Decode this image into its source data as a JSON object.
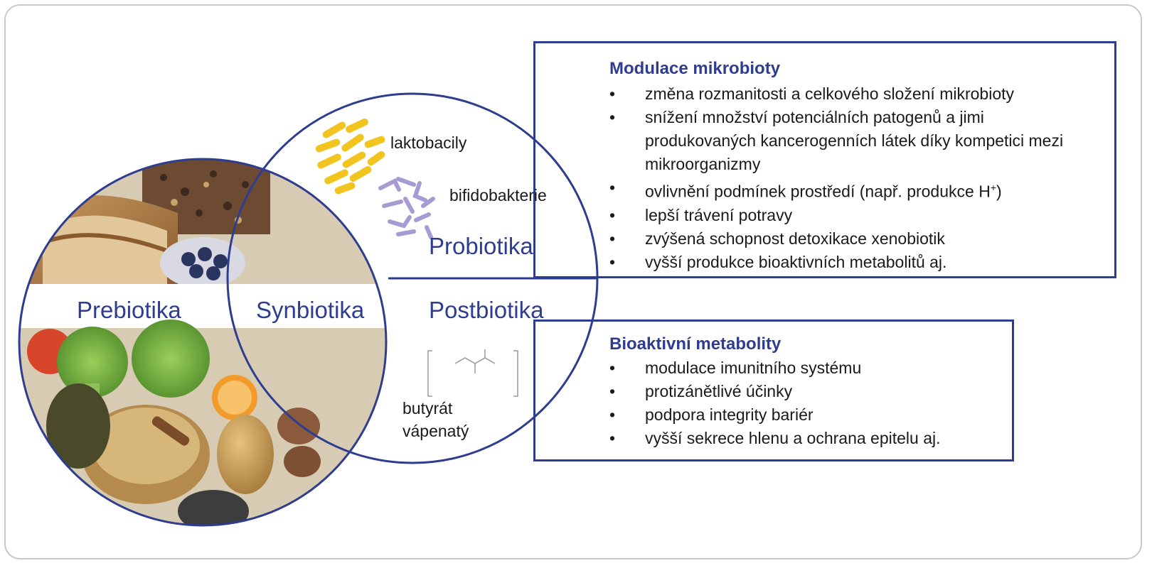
{
  "circles": {
    "prebiotika": "Prebiotika",
    "synbiotika": "Synbiotika",
    "probiotika": "Probiotika",
    "postbiotika": "Postbiotika"
  },
  "bacteria": {
    "lactobacilli": "laktobacily",
    "bifidobacteria": "bifidobakterie"
  },
  "postbiotic_compound": {
    "line1": "butyrát",
    "line2": "vápenatý"
  },
  "box_microbiota": {
    "title": "Modulace mikrobioty",
    "items": [
      "změna rozmanitosti a celkového složení mikrobioty",
      "snížení množství potenciálních patogenů a jimi produkovaných kancerogenních látek díky kompetici mezi mikroorganizmy",
      "ovlivnění podmínek prostředí (např. produkce H",
      "lepší trávení potravy",
      "zvýšená schopnost detoxikace xenobiotik",
      "vyšší produkce bioaktivních metabolitů aj."
    ],
    "item3_sup": "+",
    "item3_suffix": ")"
  },
  "box_metabolites": {
    "title": "Bioaktivní metabolity",
    "items": [
      "modulace imunitního systému",
      "protizánětlivé účinky",
      "podpora integrity bariér",
      "vyšší sekrece hlenu a ochrana epitelu aj."
    ]
  },
  "colors": {
    "accent": "#2e3d8f",
    "lactobacilli": "#f2c420",
    "bifidobacteria": "#a79bd3"
  }
}
